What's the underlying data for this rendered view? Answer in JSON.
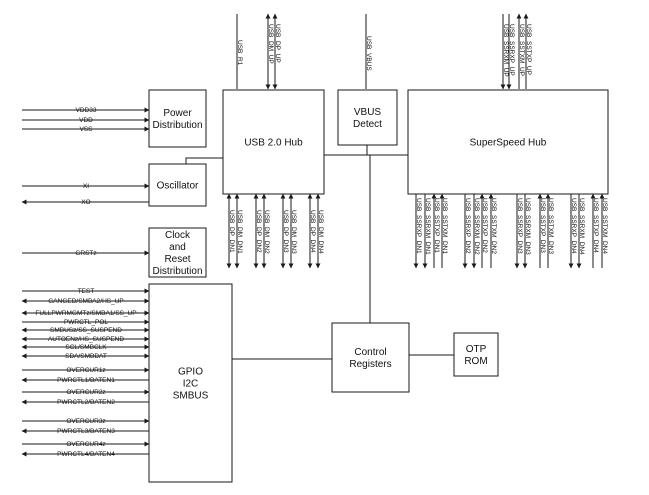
{
  "blocks": {
    "power": [
      "Power",
      "Distribution"
    ],
    "usb2hub": [
      "USB 2.0 Hub"
    ],
    "vbus": [
      "VBUS",
      "Detect"
    ],
    "sshub": [
      "SuperSpeed Hub"
    ],
    "osc": [
      "Oscillator"
    ],
    "clock": [
      "Clock",
      "and",
      "Reset",
      "Distribution"
    ],
    "gpio": [
      "GPIO",
      "I2C",
      "SMBUS"
    ],
    "ctrl": [
      "Control",
      "Registers"
    ],
    "otp": [
      "OTP",
      "ROM"
    ]
  },
  "signals": {
    "usb2_top": [
      "USB_R1",
      "USB_DM_UP",
      "USB_DP_UP"
    ],
    "vbus_top": "USB_VBUS",
    "ss_top": [
      "USB_SSRXM_UP",
      "USB_SSRXP_UP",
      "USB_SSTXM_UP",
      "USB_SSTXP_UP"
    ],
    "power_in": [
      "VDD33",
      "VDD",
      "VSS"
    ],
    "osc": [
      "XI",
      "XO"
    ],
    "reset": "GRSTz",
    "usb2_down": [
      "USB_DP_DN1",
      "USB_DM_DN1",
      "USB_DP_DN2",
      "USB_DM_DN2",
      "USB_DP_DN3",
      "USB_DM_DN3",
      "USB_DP_DN4",
      "USB_DM_DN4"
    ],
    "ss_down": [
      "USB_SSRXP_DN1",
      "USB_SSRXM_DN1",
      "USB_SSTXP_DN1",
      "USB_SSTXM_DN1",
      "USB_SSRXP_DN2",
      "USB_SSRXM_DN2",
      "USB_SSTXP_DN2",
      "USB_SSTXM_DN2",
      "USB_SSRXP_DN3",
      "USB_SSRXM_DN3",
      "USB_SSTXP_DN3",
      "USB_SSTXM_DN3",
      "USB_SSRXP_DN4",
      "USB_SSRXM_DN4",
      "USB_SSTXP_DN4",
      "USB_SSTXM_DN4"
    ],
    "gpio": [
      "TEST",
      "GANGED/SMBA2/HS_UP",
      "FULLPWRMGMTz/SMBA1/SS_UP",
      "PWRCTL_POL",
      "SMBUSz/SS_SUSPEND",
      "AUTOENz/HS_SUSPEND",
      "SCL/SMBCLK",
      "SDA/SMBDAT",
      "OVERCUR1z",
      "PWRCTL1/BATEN1",
      "OVERCUR2z",
      "PWRCTL2/BATEN2",
      "OVERCUR3z",
      "PWRCTL3/BATEN3",
      "OVERCUR4z",
      "PWRCTL4/BATEN4"
    ]
  }
}
